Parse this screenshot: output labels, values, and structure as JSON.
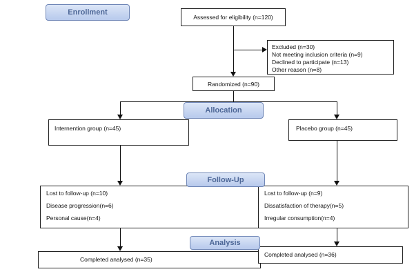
{
  "stages": {
    "enrollment": "Enrollment",
    "allocation": "Allocation",
    "follow_up": "Follow-Up",
    "analysis": "Analysis"
  },
  "assessed": "Assessed for eligibility (n=120)",
  "excluded": {
    "title": "Excluded  (n=30)",
    "items": [
      "Not meeting inclusion criteria (n=9)",
      "Declined to participate (n=13)",
      "Other reason (n=8)"
    ]
  },
  "randomized": "Randomized (n=90)",
  "intervention_group": "Internention group (n=45)",
  "placebo_group": "Placebo group (n=45)",
  "followup_left": [
    "Lost to follow-up (n=10)",
    "Disease progression(n=6)",
    "Personal cause(n=4)"
  ],
  "followup_right": [
    "Lost to follow-up (n=9)",
    "Dissatisfaction of therapy(n=5)",
    "Irregular consumption(n=4)"
  ],
  "analysed_left": "Completed analysed (n=35)",
  "analysed_right": "Completed analysed (n=36)",
  "colors": {
    "stage_fill": "#b7c9ec",
    "stage_text": "#4d6797",
    "line": "#111111"
  }
}
